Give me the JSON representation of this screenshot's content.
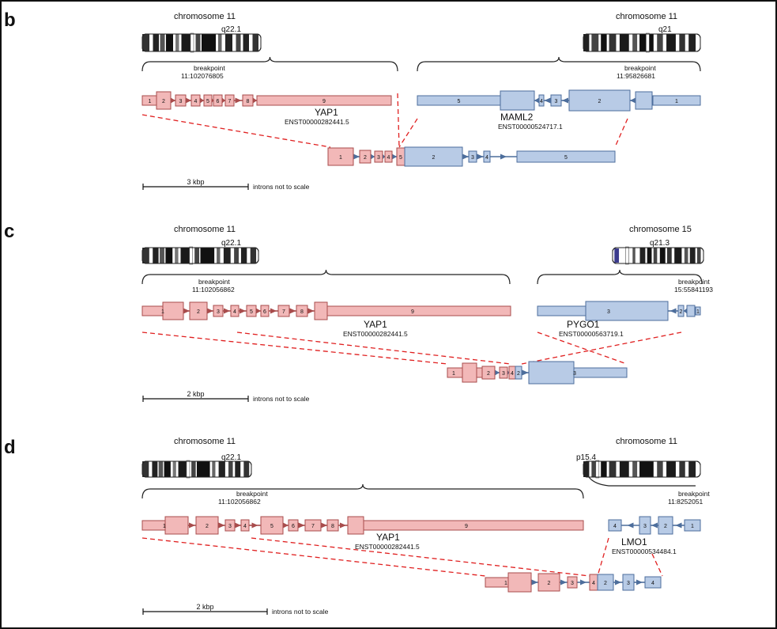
{
  "colors": {
    "red_fill": "#f2b8b8",
    "red_stroke": "#a84c4c",
    "blue_fill": "#b8cbe6",
    "blue_stroke": "#4d6e9c",
    "dash": "#e02020",
    "border": "#111111"
  },
  "panels": [
    {
      "letter": "b",
      "left_chrom": {
        "name": "chromosome 11",
        "band": "q22.1"
      },
      "right_chrom": {
        "name": "chromosome 11",
        "band": "q21"
      },
      "left_breakpoint": {
        "label": "breakpoint",
        "pos": "11:102076805"
      },
      "right_breakpoint": {
        "label": "breakpoint",
        "pos": "11:95826681"
      },
      "left_gene": {
        "name": "YAP1",
        "transcript": "ENST00000282441.5",
        "exons": [
          "1",
          "2",
          "3",
          "4",
          "5",
          "6",
          "7",
          "8",
          "9"
        ]
      },
      "right_gene": {
        "name": "MAML2",
        "transcript": "ENST00000524717.1",
        "exons": [
          "5",
          "4",
          "3",
          "2",
          "1"
        ]
      },
      "fusion_exons": [
        "1",
        "2",
        "3",
        "4",
        "5",
        "2",
        "3",
        "4",
        "5"
      ],
      "scale": {
        "label": "3 kbp",
        "note": "introns not to scale"
      }
    },
    {
      "letter": "c",
      "left_chrom": {
        "name": "chromosome 11",
        "band": "q22.1"
      },
      "right_chrom": {
        "name": "chromosome 15",
        "band": "q21.3"
      },
      "left_breakpoint": {
        "label": "breakpoint",
        "pos": "11:102056862"
      },
      "right_breakpoint": {
        "label": "breakpoint",
        "pos": "15:55841193"
      },
      "left_gene": {
        "name": "YAP1",
        "transcript": "ENST00000282441.5",
        "exons": [
          "1",
          "2",
          "3",
          "4",
          "5",
          "6",
          "7",
          "8",
          "9"
        ]
      },
      "right_gene": {
        "name": "PYGO1",
        "transcript": "ENST00000563719.1",
        "exons": [
          "3",
          "2",
          "1"
        ]
      },
      "fusion_exons": [
        "1",
        "2",
        "3",
        "4",
        "2",
        "3"
      ],
      "scale": {
        "label": "2 kbp",
        "note": "introns not to scale"
      }
    },
    {
      "letter": "d",
      "left_chrom": {
        "name": "chromosome 11",
        "band": "q22.1"
      },
      "right_chrom": {
        "name": "chromosome 11",
        "band": "p15.4"
      },
      "left_breakpoint": {
        "label": "breakpoint",
        "pos": "11:102056862"
      },
      "right_breakpoint": {
        "label": "breakpoint",
        "pos": "11:8252051"
      },
      "left_gene": {
        "name": "YAP1",
        "transcript": "ENST00000282441.5",
        "exons": [
          "1",
          "2",
          "3",
          "4",
          "5",
          "6",
          "7",
          "8",
          "9"
        ]
      },
      "right_gene": {
        "name": "LMO1",
        "transcript": "ENST00000534484.1",
        "exons": [
          "4",
          "3",
          "2",
          "1"
        ]
      },
      "fusion_exons": [
        "1",
        "2",
        "3",
        "4",
        "2",
        "3",
        "4"
      ],
      "scale": {
        "label": "2 kbp",
        "note": "introns not to scale"
      }
    }
  ]
}
